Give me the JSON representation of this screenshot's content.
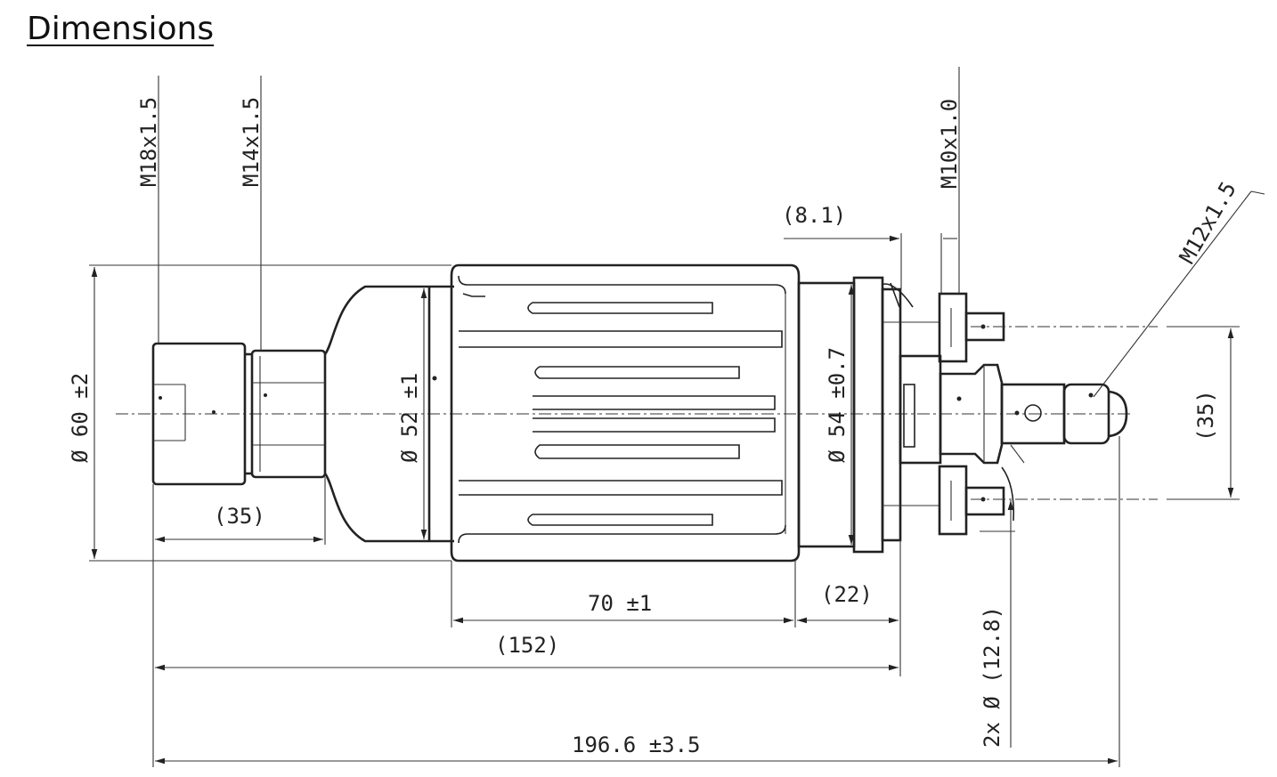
{
  "title": "Dimensions",
  "labels": {
    "thread_left_outer": "M18x1.5",
    "thread_left_inner": "M14x1.5",
    "thread_top_right": "M10x1.0",
    "thread_outlet": "M12x1.5",
    "dia_overall": "Ø 60 ±2",
    "dia_body": "Ø 52 ±1",
    "dia_collar": "Ø 54 ±0.7",
    "ref_8_1": "(8.1)",
    "ref_35_left": "(35)",
    "ref_35_right": "(35)",
    "len_70": "70 ±1",
    "ref_22": "(22)",
    "ref_152": "(152)",
    "ref_12_8": "2x Ø (12.8)",
    "len_total": "196.6 ±3.5"
  }
}
